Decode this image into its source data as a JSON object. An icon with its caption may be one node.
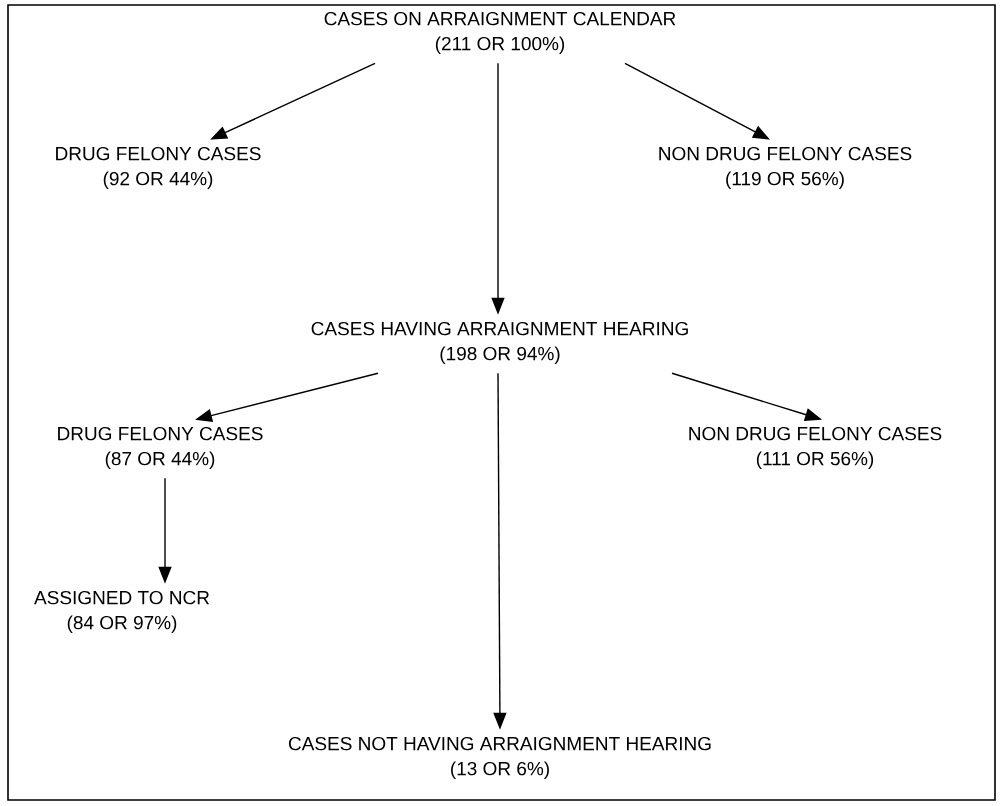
{
  "diagram": {
    "nodes": [
      {
        "text": [
          "CASES ON ARRAIGNMENT CALENDAR",
          "(211 OR 100%)"
        ]
      },
      {
        "text": [
          "DRUG FELONY CASES",
          "(92 OR 44%)"
        ]
      },
      {
        "text": [
          "NON DRUG FELONY CASES",
          "(119 OR 56%)"
        ]
      },
      {
        "text": [
          "CASES HAVING ARRAIGNMENT HEARING",
          "(198 OR 94%)"
        ]
      },
      {
        "text": [
          "DRUG FELONY CASES",
          "(87 OR 44%)"
        ]
      },
      {
        "text": [
          "NON DRUG FELONY CASES",
          "(111 OR 56%)"
        ]
      },
      {
        "text": [
          "ASSIGNED TO NCR",
          "(84 OR 97%)"
        ]
      },
      {
        "text": [
          "CASES NOT HAVING ARRAIGNMENT HEARING",
          "(13 OR 6%)"
        ]
      }
    ],
    "edges": [
      {
        "from": 0,
        "to": 1,
        "arrow": "to"
      },
      {
        "from": 0,
        "to": 3,
        "arrow": "to"
      },
      {
        "from": 0,
        "to": 2,
        "arrow": "to"
      },
      {
        "from": 3,
        "to": 4,
        "arrow": "to"
      },
      {
        "from": 3,
        "to": 7,
        "arrow": "to"
      },
      {
        "from": 3,
        "to": 5,
        "arrow": "to"
      },
      {
        "from": 4,
        "to": 6,
        "arrow": "to"
      }
    ]
  }
}
